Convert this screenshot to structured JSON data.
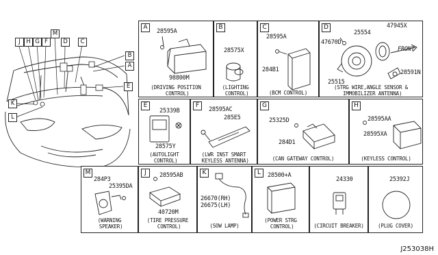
{
  "car": {
    "labels": [
      {
        "id": "J",
        "text": "J"
      },
      {
        "id": "H",
        "text": "H"
      },
      {
        "id": "G",
        "text": "G"
      },
      {
        "id": "F",
        "text": "F"
      },
      {
        "id": "M",
        "text": "M"
      },
      {
        "id": "D",
        "text": "D"
      },
      {
        "id": "C",
        "text": "C"
      },
      {
        "id": "B",
        "text": "B"
      },
      {
        "id": "A",
        "text": "A"
      },
      {
        "id": "E",
        "text": "E"
      },
      {
        "id": "K",
        "text": "K"
      },
      {
        "id": "L",
        "text": "L"
      }
    ]
  },
  "cells": {
    "A": {
      "letter": "A",
      "parts": [
        "28595A",
        "98800M"
      ],
      "caption": "(DRIVING POSITION\n CONTROL)"
    },
    "B": {
      "letter": "B",
      "parts": [
        "28575X"
      ],
      "caption": "(LIGHTING\n CONTROL)"
    },
    "C": {
      "letter": "C",
      "parts": [
        "28595A",
        "284B1"
      ],
      "caption": "(BCM CONTROL)"
    },
    "D": {
      "letter": "D",
      "parts": [
        "25554",
        "47945X",
        "47670D",
        "25515",
        "28591N"
      ],
      "front": "FRONT",
      "caption": "(STRG WIRE,ANGLE SENSOR &\n IMMOBILIZER ANTENNA)"
    },
    "E": {
      "letter": "E",
      "parts": [
        "25339B",
        "28575Y"
      ],
      "caption": "(AUTOLIGHT\n CONTROL)"
    },
    "F": {
      "letter": "F",
      "parts": [
        "28595AC",
        "285E5"
      ],
      "caption": "(LWR INST SMART\n KEYLESS ANTENNA)"
    },
    "G": {
      "letter": "G",
      "parts": [
        "25325D",
        "284D1"
      ],
      "caption": "(CAN GATEWAY CONTROL)"
    },
    "H": {
      "letter": "H",
      "parts": [
        "28595AA",
        "28595XA"
      ],
      "caption": "(KEYLESS CONTROL)"
    },
    "M": {
      "letter": "M",
      "parts": [
        "284P3",
        "25395DA"
      ],
      "caption": "(WARNING\n SPEAKER)"
    },
    "J": {
      "letter": "J",
      "parts": [
        "28595AB",
        "40720M"
      ],
      "caption": "(TIRE PRESSURE\n CONTROL)"
    },
    "K": {
      "letter": "K",
      "parts": [
        "26670(RH)",
        "26675(LH)"
      ],
      "caption": "(SOW LAMP)"
    },
    "L": {
      "letter": "L",
      "parts": [
        "28500+A"
      ],
      "caption": "(POWER STRG\n CONTROL)"
    },
    "CB": {
      "letter": "",
      "parts": [
        "24330"
      ],
      "caption": "(CIRCUIT BREAKER)"
    },
    "PC": {
      "letter": "",
      "parts": [
        "25392J"
      ],
      "caption": "(PLUG COVER)"
    }
  },
  "diagram_code": "J253038H"
}
